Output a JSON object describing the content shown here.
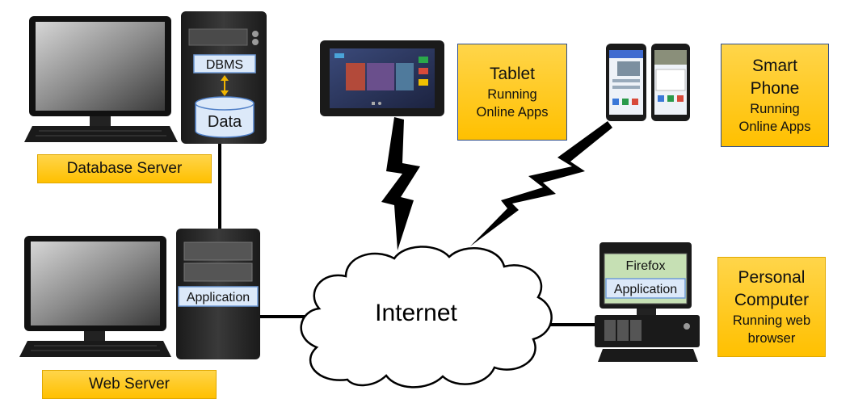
{
  "nodes": {
    "database_server": {
      "label": "Database Server",
      "dbms": "DBMS",
      "data": "Data"
    },
    "web_server": {
      "label": "Web Server",
      "application": "Application"
    },
    "internet": {
      "label": "Internet"
    },
    "tablet": {
      "title": "Tablet",
      "subtitle_1": "Running",
      "subtitle_2": "Online Apps"
    },
    "smart_phone": {
      "title_1": "Smart",
      "title_2": "Phone",
      "subtitle_1": "Running",
      "subtitle_2": "Online Apps"
    },
    "personal_computer": {
      "title_1": "Personal",
      "title_2": "Computer",
      "subtitle_1": "Running web",
      "subtitle_2": "browser",
      "browser": "Firefox",
      "application": "Application"
    }
  },
  "colors": {
    "label_fill": "#ffc000",
    "box_light_blue": "#dce9f9",
    "box_border_blue": "#6f9ad6",
    "firefox_green": "#c6e0b4",
    "device_dark": "#1f1f1f"
  }
}
